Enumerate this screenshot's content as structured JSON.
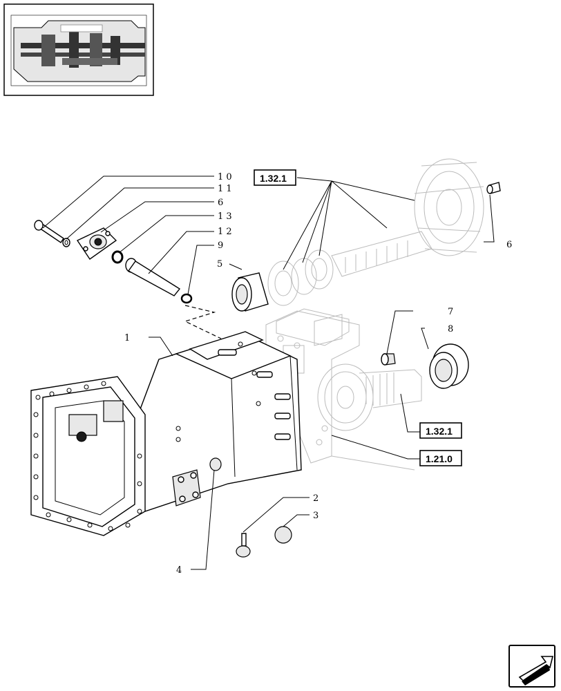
{
  "callouts": [
    {
      "id": "c10",
      "text": "1 0"
    },
    {
      "id": "c11",
      "text": "1 1"
    },
    {
      "id": "c6a",
      "text": "6"
    },
    {
      "id": "c13",
      "text": "1 3"
    },
    {
      "id": "c12",
      "text": "1 2"
    },
    {
      "id": "c9",
      "text": "9"
    },
    {
      "id": "c5",
      "text": "5"
    },
    {
      "id": "c6b",
      "text": "6"
    },
    {
      "id": "c7",
      "text": "7"
    },
    {
      "id": "c8",
      "text": "8"
    },
    {
      "id": "c1",
      "text": "1"
    },
    {
      "id": "c2",
      "text": "2"
    },
    {
      "id": "c3",
      "text": "3"
    },
    {
      "id": "c4",
      "text": "4"
    }
  ],
  "refs": [
    {
      "id": "r1",
      "text": "1.32.1"
    },
    {
      "id": "r2",
      "text": "1.32.1"
    },
    {
      "id": "r3",
      "text": "1.21.0"
    }
  ],
  "icons": {
    "thumbnail": "transmission-section-thumbnail",
    "nav": "next-page-arrow-icon"
  }
}
